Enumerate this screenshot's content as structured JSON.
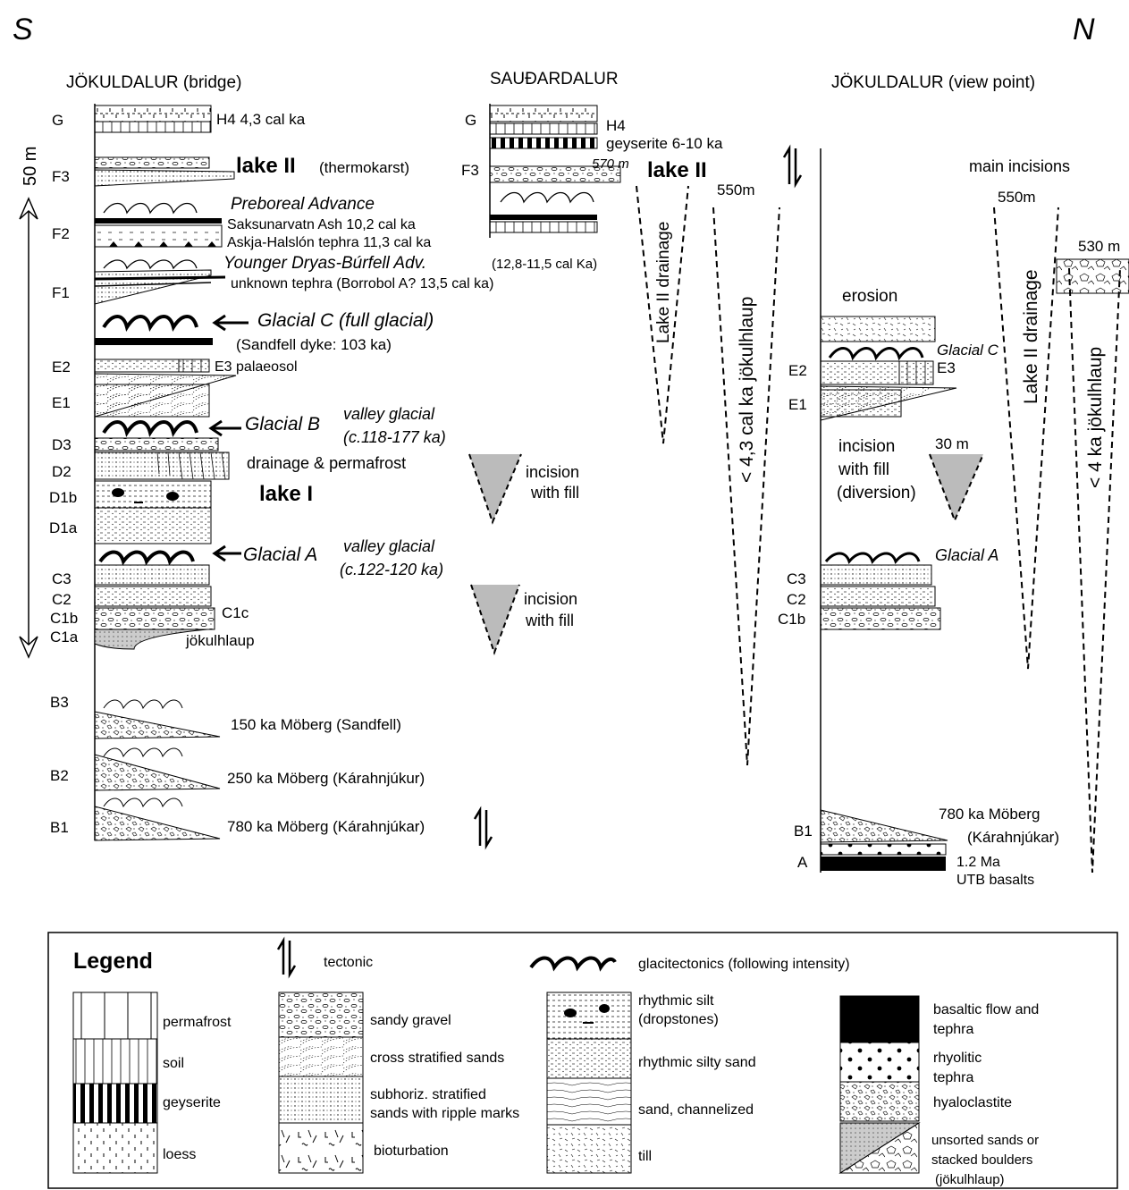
{
  "compass": {
    "south": "S",
    "north": "N"
  },
  "scale": {
    "label": "50 m"
  },
  "columns": {
    "bridge": {
      "title": "JÖKULDALUR (bridge)",
      "units": [
        "G",
        "F3",
        "F2",
        "F1",
        "E2",
        "E1",
        "D3",
        "D2",
        "D1b",
        "D1a",
        "C3",
        "C2",
        "C1b",
        "C1a",
        "B3",
        "B2",
        "B1"
      ],
      "labels": {
        "h4": "H4  4,3 cal ka",
        "lake2": "lake II",
        "thermokarst": "(thermokarst)",
        "preboreal": "Preboreal Advance",
        "saksunarvatn": "Saksunarvatn Ash  10,2 cal ka",
        "askja": "Askja-Halslón tephra  11,3 cal ka",
        "youngerDryas": "Younger Dryas-Búrfell Adv.",
        "youngerDryasAge": "(12,8-11,5 cal Ka)",
        "unknownTephra": "unknown tephra (Borrobol A? 13,5 cal ka)",
        "glacialC": "Glacial C (full glacial)",
        "sandfellDyke": "(Sandfell dyke: 103 ka)",
        "e3": "E3 palaeosol",
        "glacialB": "Glacial B",
        "valleyGlacialB": "valley glacial",
        "ageB": "(c.118-177 ka)",
        "drainage": "drainage  & permafrost",
        "lake1": "lake I",
        "glacialA": "Glacial A",
        "valleyGlacialA": "valley glacial",
        "ageA": "(c.122-120 ka)",
        "c1c": "C1c",
        "jokulhlaup": "jökulhlaup",
        "b3": "150 ka  Möberg (Sandfell)",
        "b2": "250 ka  Möberg (Kárahnjúkur)",
        "b1": "780 ka  Möberg (Kárahnjúkar)"
      }
    },
    "saudardalur": {
      "title": "SAUÐARDALUR",
      "units": [
        "G",
        "F3"
      ],
      "labels": {
        "h4": "H4",
        "geyserite": "geyserite 6-10 ka",
        "elev": "570 m",
        "lake2": "lake II",
        "incision1": "incision",
        "withFill1": "with fill",
        "incision2": "incision",
        "withFill2": "with fill"
      }
    },
    "middle": {
      "elev550": "550m",
      "lake2drainage": "Lake II drainage",
      "jokulhlaup43": "< 4,3 cal ka  jökulhlaup"
    },
    "viewpoint": {
      "title": "JÖKULDALUR (view point)",
      "units": [
        "E2",
        "E1",
        "C3",
        "C2",
        "C1b",
        "B1",
        "A"
      ],
      "labels": {
        "mainIncisions": "main incisions",
        "elev550": "550m",
        "elev530": "530 m",
        "erosion": "erosion",
        "glacialC": "Glacial C",
        "e3": "E3",
        "incision": "incision",
        "withFill": "with fill",
        "diversion": "(diversion)",
        "elev30": "30 m",
        "glacialA": "Glacial A",
        "lake2drainage": "Lake II drainage",
        "jokulhlaup4": "< 4 ka  jökulhlaup",
        "b1a": "780 ka  Möberg",
        "b1b": "(Kárahnjúkar)",
        "a1": "1.2 Ma",
        "a2": "UTB basalts"
      }
    }
  },
  "legend": {
    "title": "Legend",
    "tectonic": "tectonic",
    "glacitectonics": "glacitectonics (following intensity)",
    "col1": [
      "permafrost",
      "soil",
      "geyserite",
      "loess"
    ],
    "col2": [
      "sandy gravel",
      "cross stratified sands",
      "subhoriz. stratified",
      "sands with ripple marks",
      "bioturbation"
    ],
    "col3": [
      "rhythmic silt",
      "(dropstones)",
      "rhythmic silty sand",
      "sand, channelized",
      "till"
    ],
    "col4": [
      "basaltic flow and",
      "tephra",
      "rhyolitic",
      "tephra",
      "hyaloclastite",
      "unsorted sands  or",
      "stacked boulders",
      "(jökulhlaup)"
    ]
  }
}
